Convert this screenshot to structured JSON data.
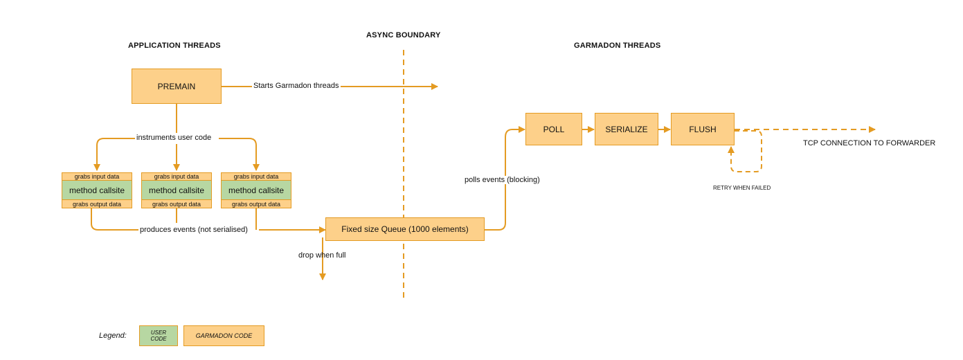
{
  "headers": {
    "application": "APPLICATION THREADS",
    "async": "ASYNC BOUNDARY",
    "garmadon": "GARMADON THREADS"
  },
  "boxes": {
    "premain": "PREMAIN",
    "queue": "Fixed size Queue (1000 elements)",
    "poll": "POLL",
    "serialize": "SERIALIZE",
    "flush": "FLUSH"
  },
  "callsites": [
    {
      "input": "grabs input data",
      "method": "method callsite",
      "output": "grabs output data"
    },
    {
      "input": "grabs input data",
      "method": "method callsite",
      "output": "grabs output data"
    },
    {
      "input": "grabs input data",
      "method": "method callsite",
      "output": "grabs output data"
    }
  ],
  "labels": {
    "starts": "Starts Garmadon threads",
    "instruments": "instruments user code",
    "produces": "produces events (not serialised)",
    "drop": "drop when full",
    "polls": "polls events (blocking)",
    "tcp": "TCP CONNECTION TO FORWARDER",
    "retry": "RETRY WHEN FAILED"
  },
  "legend": {
    "title": "Legend:",
    "user_code": "USER CODE",
    "garmadon_code": "GARMADON CODE"
  },
  "colors": {
    "orange_fill": "#fdd08a",
    "orange_stroke": "#e49b22",
    "green_fill": "#b7d7a2"
  }
}
